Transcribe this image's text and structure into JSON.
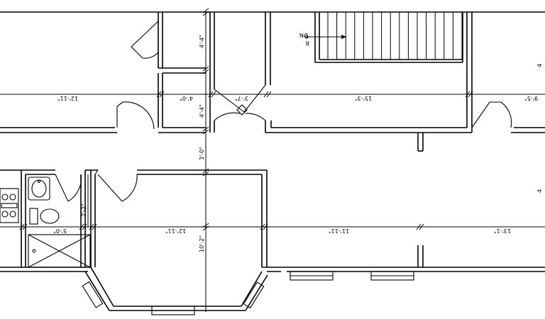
{
  "dimensions": {
    "top_left": "12'-11\"",
    "top_4_0": "4'-0\"",
    "top_3_7": "3'-7\"",
    "top_15_3": "15'-3\"",
    "top_right": "9'-5\"",
    "vert_upper": "4'-4\"",
    "vert_middle": "4'-4\"",
    "vert_gap": "3'-0\"",
    "bath_width": "5'-0\"",
    "bath_depth": "7'-2\"",
    "bottom_12_11": "12'-11\"",
    "bottom_11_11": "11'-11\"",
    "bottom_right": "13'-1\"",
    "room_depth": "10'-2\""
  },
  "stair_label": "DN",
  "stair_label_2": "R"
}
